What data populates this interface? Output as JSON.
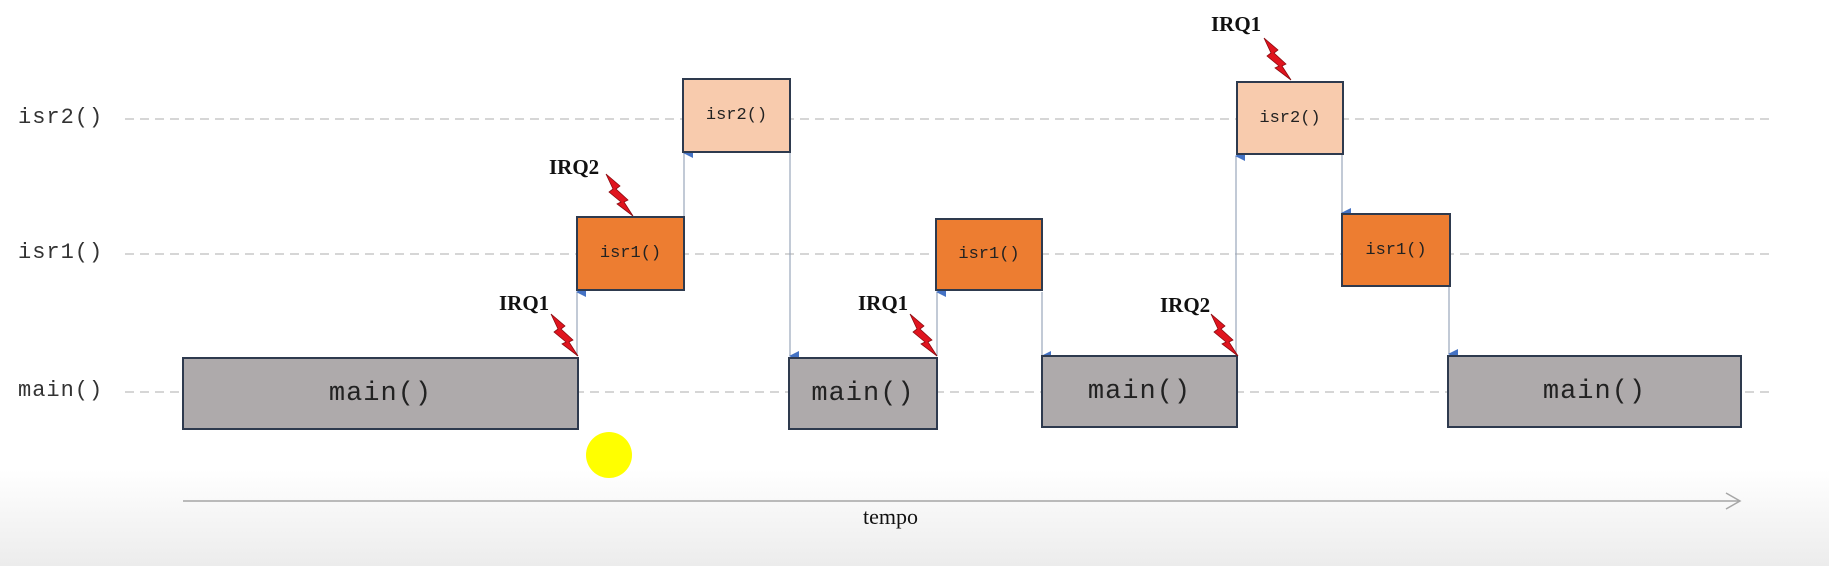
{
  "lanes": {
    "isr2": "isr2()",
    "isr1": "isr1()",
    "main": "main()"
  },
  "boxes": {
    "main_1": "main()",
    "main_2": "main()",
    "main_3": "main()",
    "main_4": "main()",
    "isr1_1": "isr1()",
    "isr1_2": "isr1()",
    "isr1_3": "isr1()",
    "isr2_1": "isr2()",
    "isr2_2": "isr2()"
  },
  "irqs": {
    "irq_a": "IRQ1",
    "irq_b": "IRQ2",
    "irq_c": "IRQ1",
    "irq_d": "IRQ2",
    "irq_e": "IRQ1"
  },
  "time_axis": {
    "label": "tempo"
  },
  "colors": {
    "main": "#aeaaab",
    "isr1": "#ed7d31",
    "isr2": "#f8cbad",
    "arrow": "#4472c4",
    "bolt": "#e0141e",
    "cursor": "#ffff00"
  }
}
